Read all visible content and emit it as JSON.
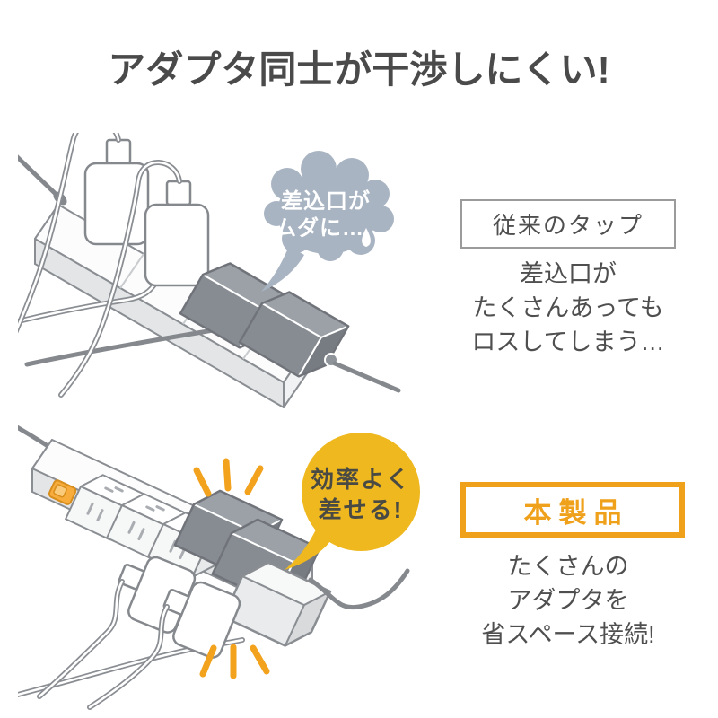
{
  "title": "アダプタ同士が干渉しにくい!",
  "conventional": {
    "label": "従来のタップ",
    "bubble": {
      "line1": "差込口が",
      "line2": "ムダに…"
    },
    "desc_line1": "差込口が",
    "desc_line2": "たくさんあっても",
    "desc_line3": "ロスしてしまう…"
  },
  "product": {
    "label": "本製品",
    "bubble": {
      "line1": "効率よく",
      "line2": "差せる!"
    },
    "desc_line1": "たくさんの",
    "desc_line2": "アダプタを",
    "desc_line3": "省スペース接続!"
  },
  "colors": {
    "heading_text": "#4A4A4A",
    "body_text": "#4F4F4F",
    "accent_orange": "#F0A11C",
    "emphasis_stroke": "#F2A21D",
    "yellow_bubble": "#EFB81E",
    "cloud_bubble": "#A9B4C3",
    "line_gray": "#85898E",
    "adapter_dark_gray": "#878C92",
    "label_border_gray": "#9B9B9B",
    "switch_orange": "#F7AC3C"
  },
  "icons": {
    "conventional_bubble": "cloud-speech-bubble",
    "sweat_drop": "water-drop-icon",
    "product_bubble": "round-speech-bubble",
    "emphasis_marks": "burst-lines-icon"
  }
}
